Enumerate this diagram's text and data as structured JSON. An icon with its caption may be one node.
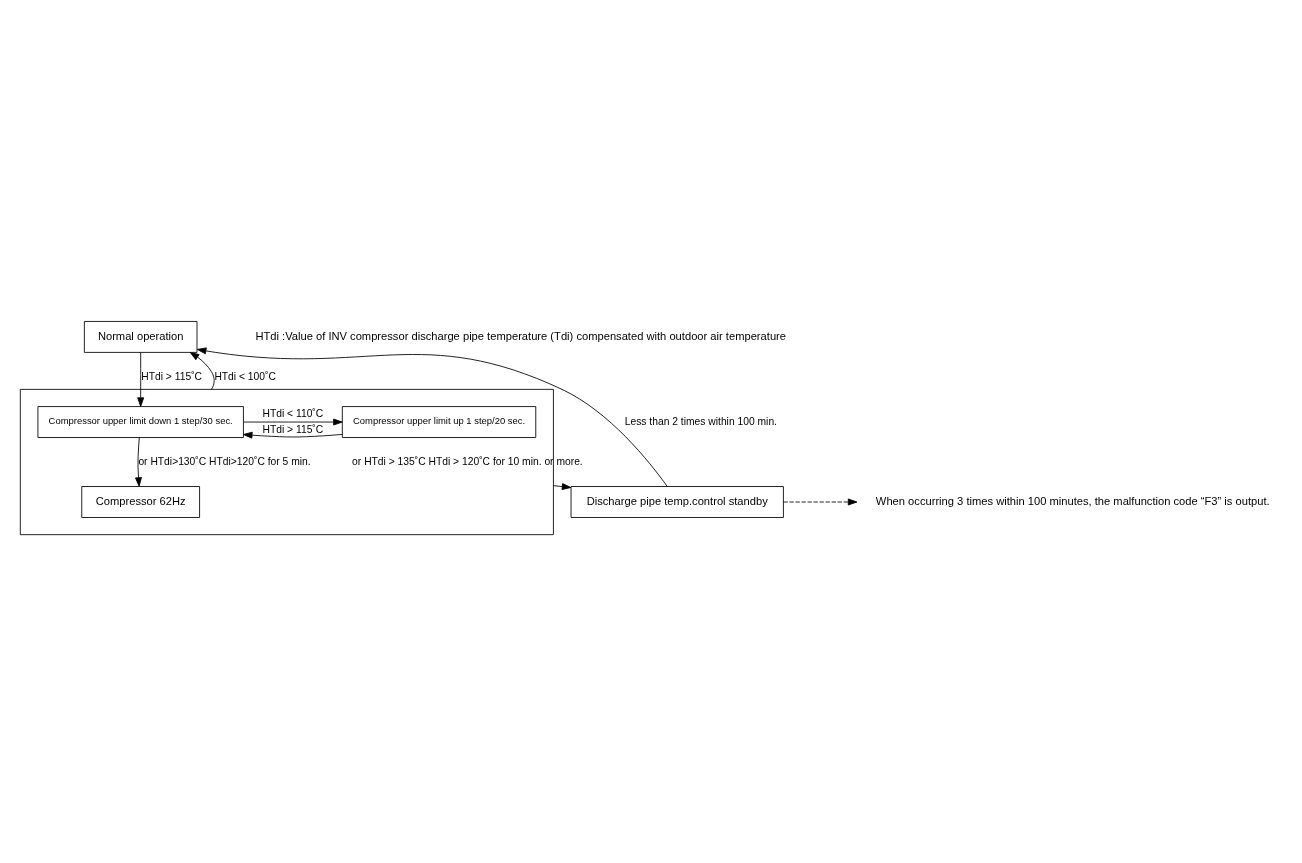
{
  "diagram": {
    "nodes": [
      {
        "text": [
          "Normal operation"
        ]
      },
      {
        "text": [],
        "shape": "box"
      },
      {
        "text": [
          "Compressor upper limit down 1 step/30 sec."
        ],
        "in": 1
      },
      {
        "text": [
          "Compressor upper limit up 1 step/20 sec."
        ],
        "in": 1
      },
      {
        "text": [
          "Compressor 62Hz"
        ],
        "in": 1
      },
      {
        "text": [
          "Discharge pipe temp.control standby"
        ]
      },
      {
        "text": [
          "When occurring 3 times within 100 minutes, the malfunction code “F3” is output."
        ]
      }
    ],
    "edges": [
      {
        "from": 0,
        "to": 2,
        "arrow": "to",
        "label": "HTdi > 115˚C"
      },
      {
        "from": 1,
        "to": 0,
        "arrow": "to",
        "label": "HTdi < 100˚C"
      },
      {
        "from": 2,
        "to": 3,
        "arrow": "to",
        "label": "HTdi < 110˚C"
      },
      {
        "from": 3,
        "to": 2,
        "arrow": "to",
        "label": "HTdi > 115˚C"
      },
      {
        "from": 2,
        "to": 4,
        "arrow": "to",
        "label": "or HTdi>130˚C HTdi>120˚C for 5 min."
      },
      {
        "from": 1,
        "to": 5,
        "arrow": "to",
        "label": "or HTdi > 135˚C HTdi > 120˚C for 10 min. or more."
      },
      {
        "from": 5,
        "to": 0,
        "arrow": "to",
        "label": "Less than 2 times within 100 min."
      },
      {
        "from": 5,
        "to": 6,
        "arrow": "to",
        "style": "dashed"
      }
    ],
    "labels": [
      "HTdi :Value of INV compressor discharge pipe temperature (Tdi) compensated with outdoor air temperature"
    ]
  }
}
